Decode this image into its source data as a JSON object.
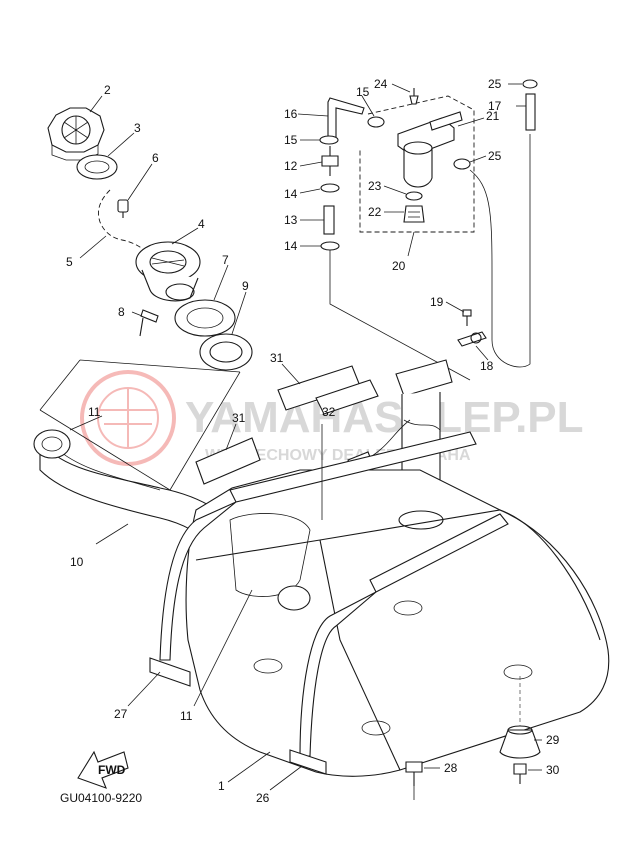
{
  "watermark": {
    "title": "YAMAHASKLEP.PL",
    "subtitle": "WEJUIECHOWY DEALER YAMAHA",
    "logo_color": "#e53935"
  },
  "diagram": {
    "code": "GU04100-9220",
    "fwd_label": "FWD",
    "callouts": [
      "1",
      "2",
      "3",
      "4",
      "5",
      "6",
      "7",
      "8",
      "9",
      "10",
      "11",
      "11",
      "12",
      "13",
      "14",
      "14",
      "15",
      "15",
      "16",
      "17",
      "18",
      "19",
      "20",
      "21",
      "22",
      "23",
      "24",
      "25",
      "25",
      "26",
      "27",
      "28",
      "29",
      "30",
      "31",
      "31",
      "32"
    ]
  },
  "colors": {
    "line": "#1a1a1a",
    "watermark_text": "#d8d8d8"
  }
}
